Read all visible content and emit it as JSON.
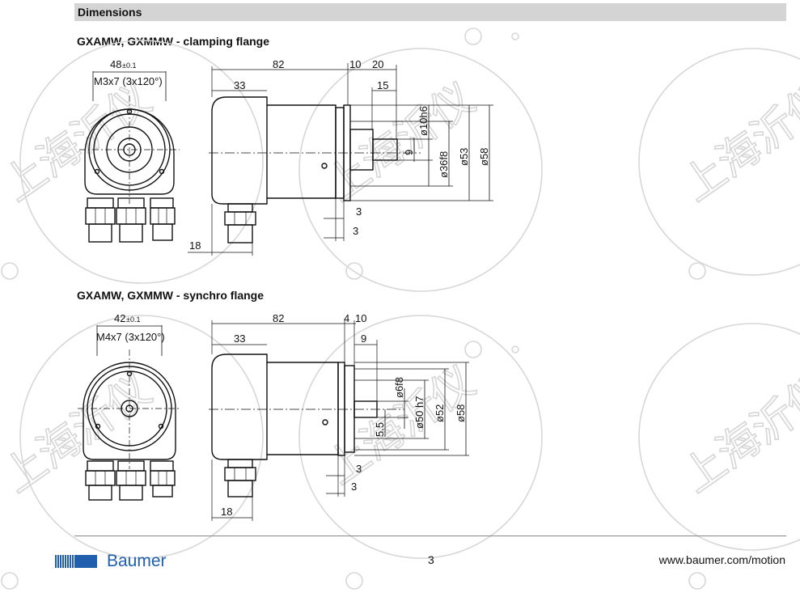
{
  "header": {
    "title": "Dimensions"
  },
  "sections": [
    {
      "title": "GXAMW, GXMMW - clamping flange",
      "front": {
        "width": "48",
        "tol": "±0.1",
        "thread": "M3x7 (3x120°)"
      },
      "side": {
        "length": "82",
        "body": "33",
        "flange": "10",
        "shaft_total": "20",
        "shaft": "15",
        "d_shaft": "ø10h6",
        "flat": "9",
        "d_spigot": "ø36f8",
        "d_53": "ø53",
        "d_58": "ø58",
        "t1": "3",
        "t2": "3",
        "conn": "18"
      }
    },
    {
      "title": "GXAMW, GXMMW - synchro flange",
      "front": {
        "width": "42",
        "tol": "±0.1",
        "thread": "M4x7 (3x120°)"
      },
      "side": {
        "length": "82",
        "body": "33",
        "flange_a": "4",
        "flange_b": "10",
        "shaft": "9",
        "d_shaft": "ø6f8",
        "d_spigot": "ø50 h7",
        "d_52": "ø52",
        "d_58": "ø58",
        "step": "5.5",
        "t1": "3",
        "t2": "3",
        "conn": "18"
      }
    }
  ],
  "watermark": {
    "text": "上海沂仪"
  },
  "footer": {
    "brand": "Baumer",
    "page": "3",
    "url": "www.baumer.com/motion",
    "brand_color": "#1f5fae"
  }
}
